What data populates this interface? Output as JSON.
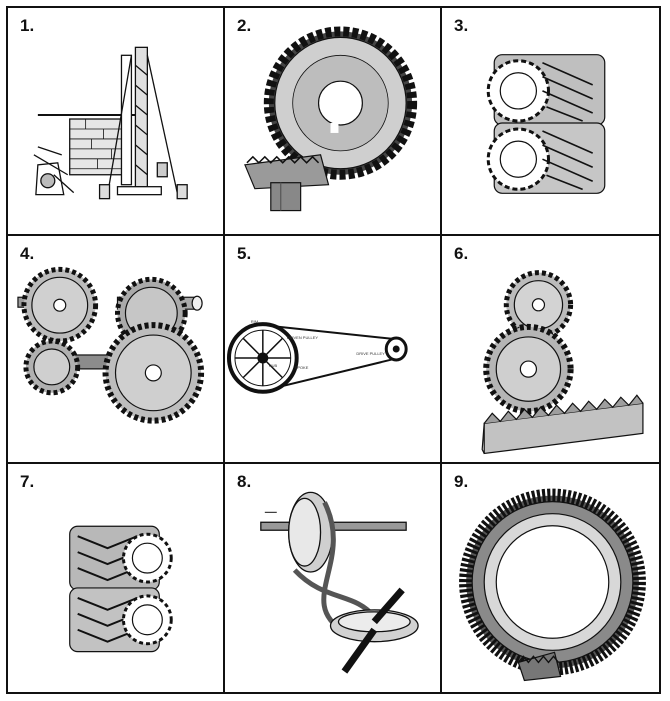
{
  "panels": [
    {
      "number": "1.",
      "subject": "mechanical-lift-tower-icon"
    },
    {
      "number": "2.",
      "subject": "bevel-gear-pair-icon"
    },
    {
      "number": "3.",
      "subject": "helical-gear-pair-icon"
    },
    {
      "number": "4.",
      "subject": "compound-spur-gear-train-icon"
    },
    {
      "number": "5.",
      "subject": "belt-and-pulley-drive-icon"
    },
    {
      "number": "6.",
      "subject": "rack-and-pinion-icon"
    },
    {
      "number": "7.",
      "subject": "herringbone-gear-pair-icon"
    },
    {
      "number": "8.",
      "subject": "twisted-belt-drive-icon"
    },
    {
      "number": "9.",
      "subject": "spiral-bevel-gear-icon"
    }
  ],
  "belt_labels": {
    "driven": "DRIVEN PULLEY",
    "drive": "DRIVE PULLEY",
    "rim": "RIM",
    "hub": "HUB",
    "spoke": "SPOKE"
  },
  "colors": {
    "ink": "#111111",
    "shade": "#c9c9c9",
    "dark": "#6f6f6f"
  }
}
